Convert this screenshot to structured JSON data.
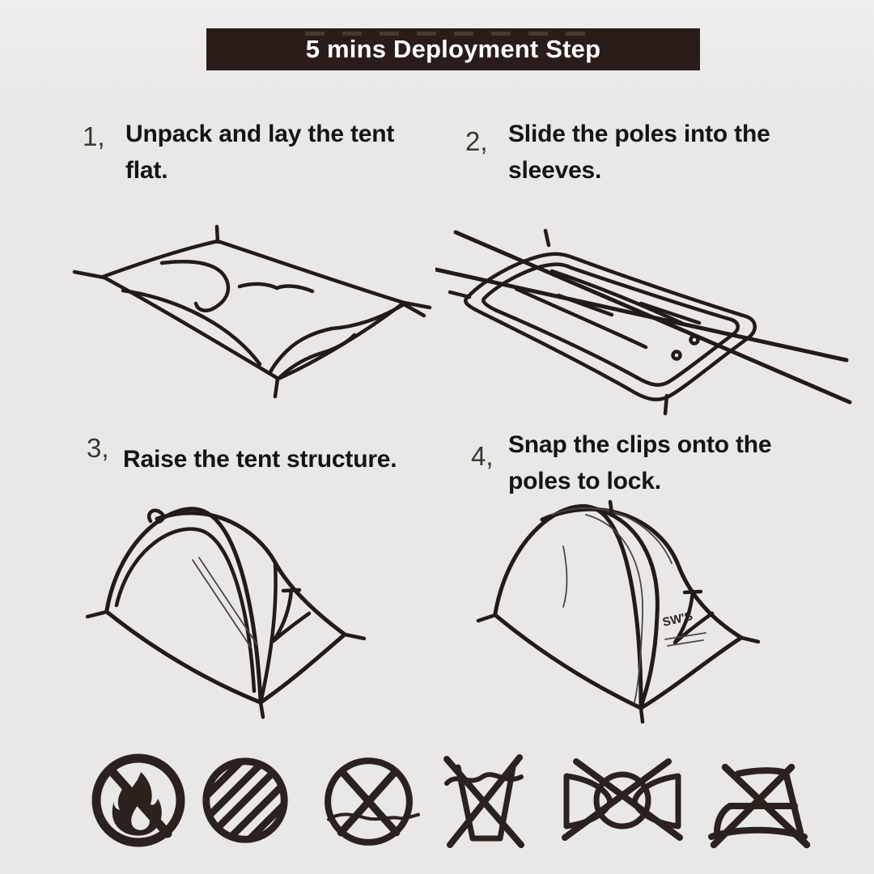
{
  "canvas": {
    "background": "#e9e8e7",
    "ink": "#221b17"
  },
  "banner": {
    "label": "5 mins Deployment Step",
    "background": "#2a1d19",
    "text_color": "#ffffff"
  },
  "steps": [
    {
      "number": "1,",
      "text": "Unpack and lay the tent flat."
    },
    {
      "number": "2,",
      "text": "Slide the poles into the sleeves."
    },
    {
      "number": "3,",
      "text": "Raise the tent structure."
    },
    {
      "number": "4,",
      "text": "Snap the clips onto the poles to lock."
    }
  ],
  "tent_brand": "SW'S",
  "illustrations": [
    {
      "name": "tent-laid-flat"
    },
    {
      "name": "poles-in-sleeves"
    },
    {
      "name": "tent-raised"
    },
    {
      "name": "clips-locked-tent"
    }
  ],
  "care_symbols": [
    {
      "name": "no-open-flame-icon"
    },
    {
      "name": "do-not-dry-clean-icon"
    },
    {
      "name": "do-not-tumble-dry-icon"
    },
    {
      "name": "do-not-wash-icon"
    },
    {
      "name": "do-not-wring-icon"
    },
    {
      "name": "do-not-iron-icon"
    }
  ]
}
